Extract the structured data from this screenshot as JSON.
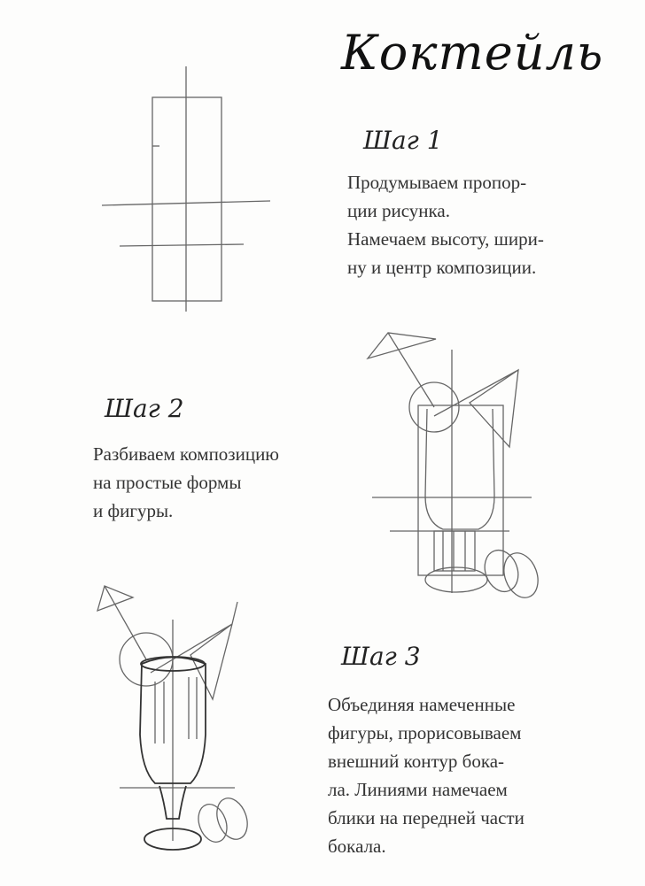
{
  "title": "Коктейль",
  "steps": [
    {
      "heading": "Шаг 1",
      "lines": [
        "Продумываем пропор-",
        "ции рисунка.",
        "Намечаем высоту, шири-",
        "ну и центр композиции."
      ]
    },
    {
      "heading": "Шаг 2",
      "lines": [
        "Разбиваем композицию",
        "на простые формы",
        "и фигуры."
      ]
    },
    {
      "heading": "Шаг 3",
      "lines": [
        "Объединяя намеченные",
        "фигуры, прорисовываем",
        "внешний контур бока-",
        "ла. Линиями намечаем",
        "блики на передней части",
        "бокала."
      ]
    }
  ]
}
